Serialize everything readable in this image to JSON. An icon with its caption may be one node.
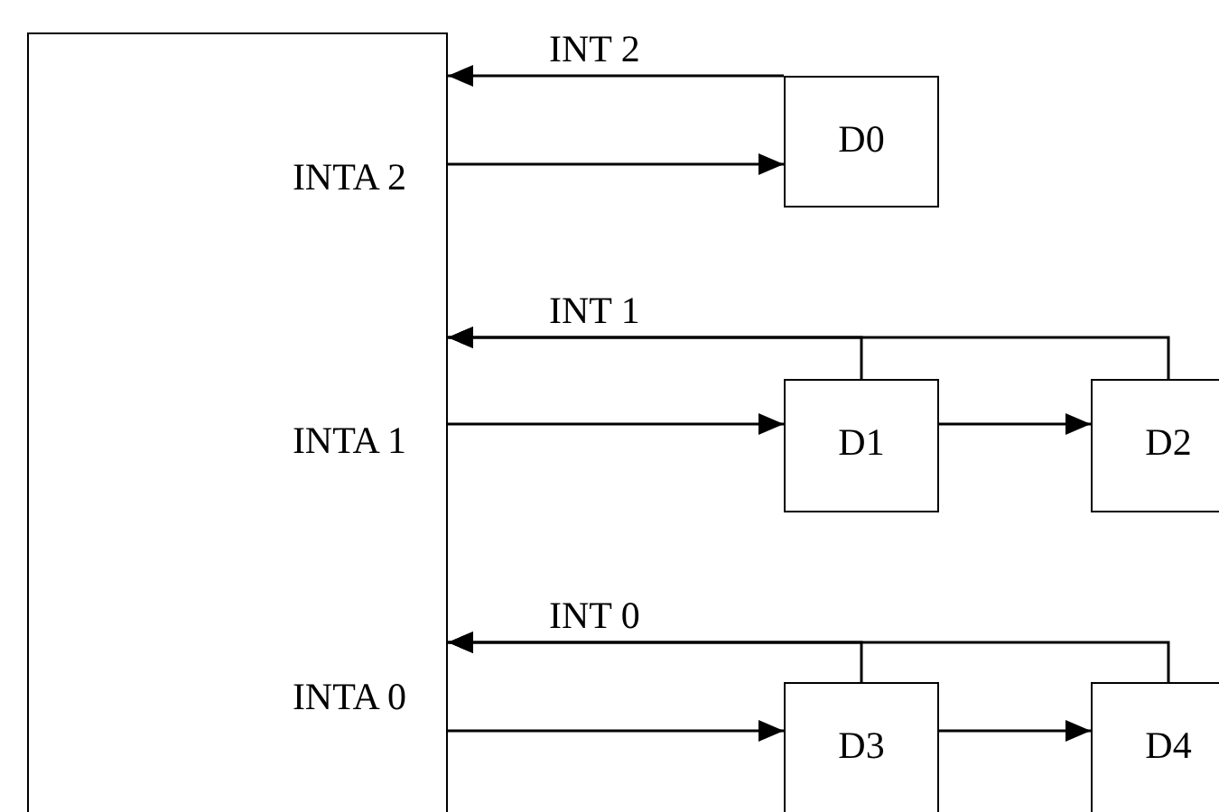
{
  "diagram": {
    "nodes": [
      {
        "text": [
          "INTA 2",
          "INTA 1",
          "INTA 0"
        ]
      },
      {
        "text": [
          "D0"
        ]
      },
      {
        "text": [
          "D1"
        ]
      },
      {
        "text": [
          "D2"
        ]
      },
      {
        "text": [
          "D3"
        ]
      },
      {
        "text": [
          "D4"
        ]
      }
    ],
    "edges": [
      {
        "from": 1,
        "to": 0,
        "arrow": "to",
        "label": "INT 2"
      },
      {
        "from": 0,
        "to": 1,
        "arrow": "to"
      },
      {
        "from": 2,
        "to": 0,
        "arrow": "to",
        "label": "INT 1"
      },
      {
        "from": 3,
        "to": 0,
        "arrow": "to"
      },
      {
        "from": 0,
        "to": 2,
        "arrow": "to"
      },
      {
        "from": 2,
        "to": 3,
        "arrow": "to"
      },
      {
        "from": 4,
        "to": 0,
        "arrow": "to",
        "label": "INT 0"
      },
      {
        "from": 5,
        "to": 0,
        "arrow": "to"
      },
      {
        "from": 0,
        "to": 4,
        "arrow": "to"
      },
      {
        "from": 4,
        "to": 5,
        "arrow": "to"
      }
    ]
  }
}
